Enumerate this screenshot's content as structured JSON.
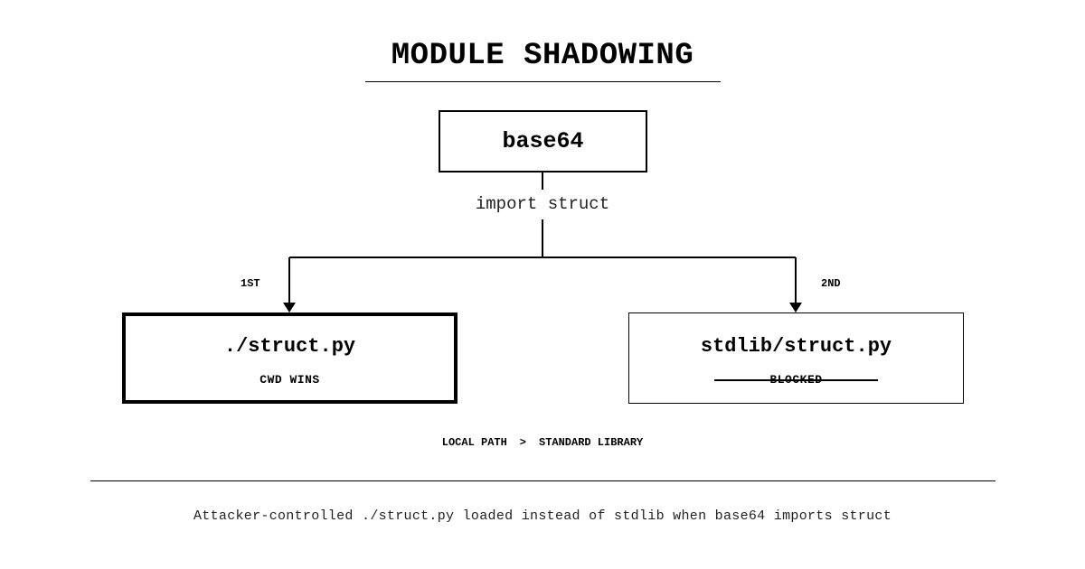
{
  "title": "MODULE SHADOWING",
  "root": {
    "label": "base64"
  },
  "edge": {
    "label": "import struct"
  },
  "branches": [
    {
      "order": "1ST",
      "name": "./struct.py",
      "status": "CWD WINS",
      "style": "winner"
    },
    {
      "order": "2ND",
      "name": "stdlib/struct.py",
      "status": "BLOCKED",
      "style": "blocked"
    }
  ],
  "priority": {
    "left": "LOCAL PATH",
    "operator": ">",
    "right": "STANDARD LIBRARY"
  },
  "caption": "Attacker-controlled ./struct.py loaded instead of stdlib when base64 imports struct"
}
